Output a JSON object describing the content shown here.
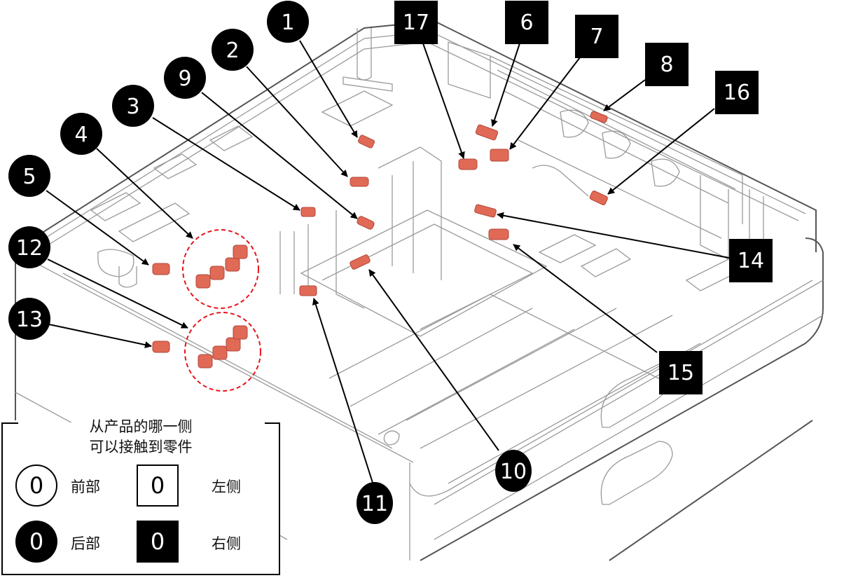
{
  "diagram": {
    "title": "Parts access locations diagram",
    "colors": {
      "callout_fill": "#000000",
      "callout_text": "#ffffff",
      "part_highlight": "#e06a55",
      "group_circle": "#e8141b",
      "line_art": "#9a9a9a"
    },
    "callouts": [
      {
        "id": "1",
        "label": "1",
        "side": "rear",
        "shape": "circle"
      },
      {
        "id": "2",
        "label": "2",
        "side": "rear",
        "shape": "circle"
      },
      {
        "id": "3",
        "label": "3",
        "side": "rear",
        "shape": "circle"
      },
      {
        "id": "4",
        "label": "4",
        "side": "rear",
        "shape": "circle"
      },
      {
        "id": "5",
        "label": "5",
        "side": "rear",
        "shape": "circle"
      },
      {
        "id": "6",
        "label": "6",
        "side": "right",
        "shape": "square"
      },
      {
        "id": "7",
        "label": "7",
        "side": "right",
        "shape": "square"
      },
      {
        "id": "8",
        "label": "8",
        "side": "right",
        "shape": "square"
      },
      {
        "id": "9",
        "label": "9",
        "side": "rear",
        "shape": "circle"
      },
      {
        "id": "10",
        "label": "10",
        "side": "rear",
        "shape": "circle"
      },
      {
        "id": "11",
        "label": "11",
        "side": "rear",
        "shape": "circle"
      },
      {
        "id": "12",
        "label": "12",
        "side": "rear",
        "shape": "circle"
      },
      {
        "id": "13",
        "label": "13",
        "side": "rear",
        "shape": "circle"
      },
      {
        "id": "14",
        "label": "14",
        "side": "right",
        "shape": "square"
      },
      {
        "id": "15",
        "label": "15",
        "side": "right",
        "shape": "square"
      },
      {
        "id": "16",
        "label": "16",
        "side": "right",
        "shape": "square"
      },
      {
        "id": "17",
        "label": "17",
        "side": "right",
        "shape": "square"
      }
    ]
  },
  "legend": {
    "title_line1": "从产品的哪一侧",
    "title_line2": "可以接触到零件",
    "items": [
      {
        "symbol": "0",
        "style": "circle-outline",
        "label": "前部"
      },
      {
        "symbol": "0",
        "style": "square-outline",
        "label": "左侧"
      },
      {
        "symbol": "0",
        "style": "circle-filled",
        "label": "后部"
      },
      {
        "symbol": "0",
        "style": "square-filled",
        "label": "右侧"
      }
    ]
  }
}
